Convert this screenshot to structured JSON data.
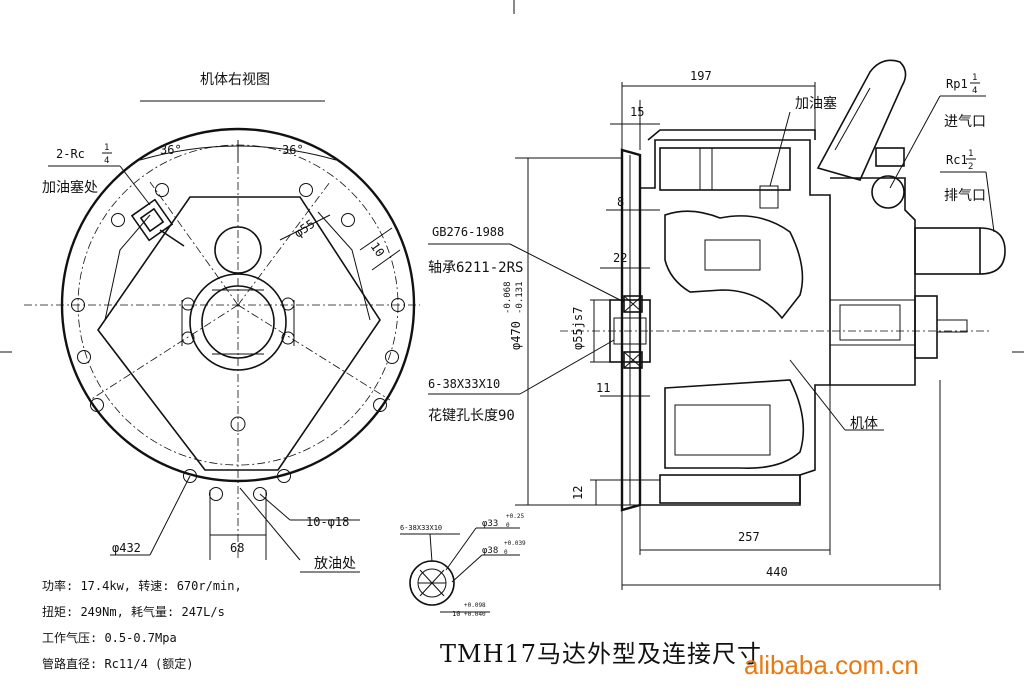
{
  "left_view": {
    "title": "机体右视图",
    "callout_oil_plug_thread": "2-Rc",
    "callout_oil_plug_fraction_num": "1",
    "callout_oil_plug_fraction_den": "4",
    "callout_oil_plug_label": "加油塞处",
    "angle_left": "36°",
    "angle_right": "36°",
    "dim_bore": "φ55",
    "dim_slot": "10",
    "dim_pcd": "φ432",
    "dim_bottom_spacing": "68",
    "dim_holes": "10-φ18",
    "drain_label": "放油处"
  },
  "specs": {
    "line1": "功率: 17.4kw, 转速: 670r/min,",
    "line2": "扭矩: 249Nm, 耗气量: 247L/s",
    "line3": "工作气压: 0.5-0.7Mpa",
    "line4": "管路直径: Rc11/4 (额定)"
  },
  "spline_detail": {
    "label": "6-38X33X10",
    "dim_inner": "φ33",
    "dim_inner_tol_upper": "+0.25",
    "dim_inner_tol_lower": "0",
    "dim_outer": "φ38",
    "dim_outer_tol_upper": "+0.039",
    "dim_outer_tol_lower": "0",
    "dim_width": "10",
    "dim_width_tol_upper": "+0.098",
    "dim_width_tol_lower": "+0.040"
  },
  "side_view": {
    "dim_197": "197",
    "dim_15": "15",
    "oil_plug_label": "加油塞",
    "inlet_thread": "Rp1",
    "inlet_fraction_num": "1",
    "inlet_fraction_den": "4",
    "inlet_label": "进气口",
    "exhaust_thread": "Rc1",
    "exhaust_fraction_num": "1",
    "exhaust_fraction_den": "2",
    "exhaust_label": "排气口",
    "dim_8": "8",
    "dim_22": "22",
    "std_label": "GB276-1988",
    "bearing_label": "轴承6211-2RS",
    "dim_470": "φ470",
    "dim_470_tol_upper": "-0.068",
    "dim_470_tol_lower": "-0.131",
    "dim_55js7": "φ55js7",
    "spline_label": "6-38X33X10",
    "spline_len_label": "花键孔长度90",
    "dim_11": "11",
    "body_label": "机体",
    "dim_12": "12",
    "dim_257": "257",
    "dim_440": "440"
  },
  "title": "TMH17马达外型及连接尺寸",
  "watermark": "alibaba.com.cn"
}
